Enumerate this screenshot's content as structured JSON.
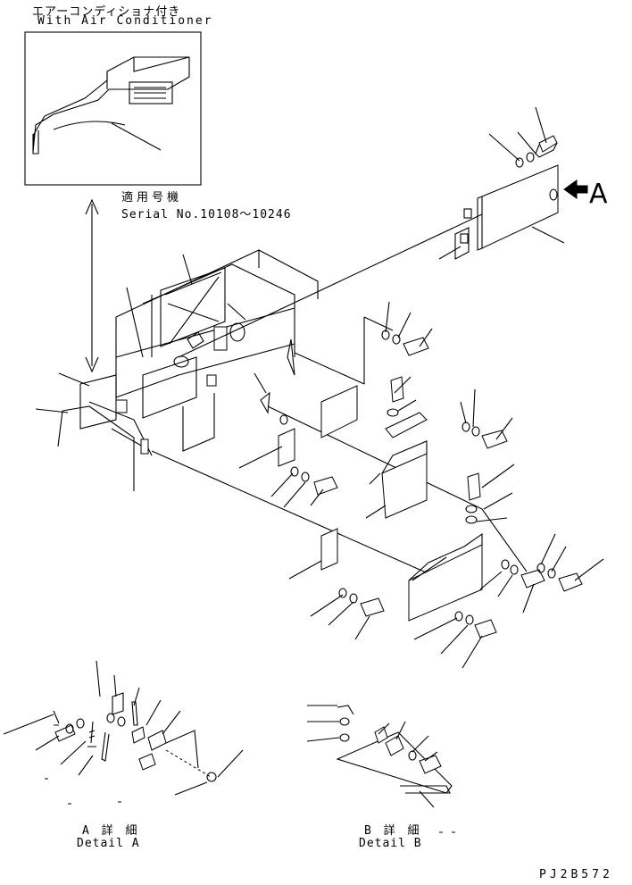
{
  "inset": {
    "title_ja": "エアーコンディショナ付き",
    "title_en": "With Air Conditioner"
  },
  "serial": {
    "label_ja": "適用号機",
    "label_en": "Serial No.10108～10246"
  },
  "view_marker": "A",
  "detail_a": {
    "ja": "A 詳 細",
    "en": "Detail A"
  },
  "detail_b": {
    "ja": "B 詳 細",
    "en": "Detail B"
  },
  "drawing_code": "PJ2B572",
  "colors": {
    "line": "#000000",
    "background": "#ffffff"
  }
}
